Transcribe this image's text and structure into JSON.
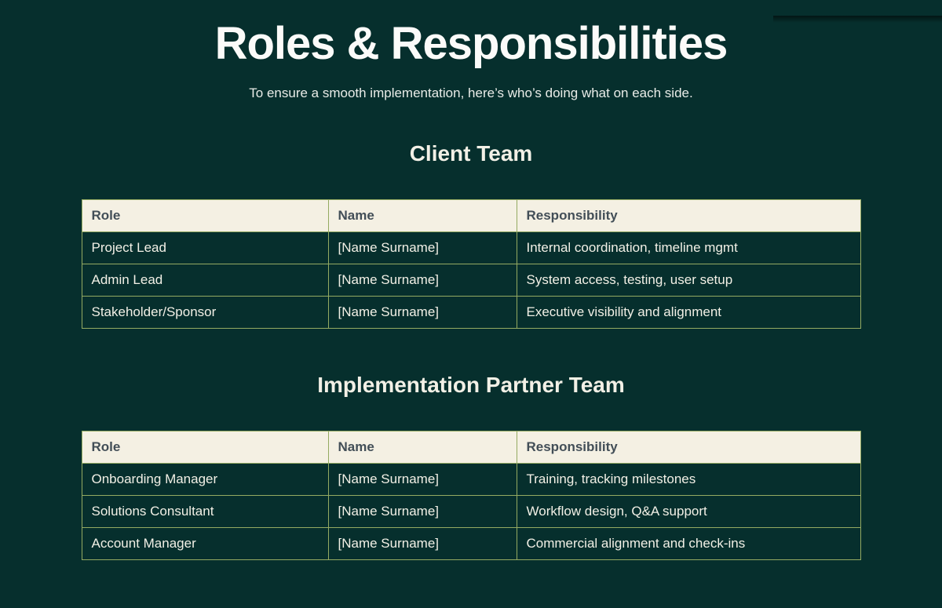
{
  "page": {
    "title": "Roles & Responsibilities",
    "subtitle": "To ensure a smooth implementation, here’s who’s doing what on each side."
  },
  "colors": {
    "background": "#062f2d",
    "header_bg": "#f4f0e3",
    "header_text": "#424e57",
    "body_text": "#f2f0e6",
    "border": "#94aa62",
    "title_text": "#fbfbf9",
    "subtitle_text": "#e9ece8"
  },
  "sections": [
    {
      "heading": "Client Team",
      "table": {
        "columns": [
          "Role",
          "Name",
          "Responsibility"
        ],
        "rows": [
          [
            "Project Lead",
            "[Name Surname]",
            "Internal coordination, timeline mgmt"
          ],
          [
            "Admin Lead",
            "[Name Surname]",
            "System access, testing, user setup"
          ],
          [
            "Stakeholder/Sponsor",
            "[Name Surname]",
            "Executive visibility and alignment"
          ]
        ]
      }
    },
    {
      "heading": "Implementation Partner Team",
      "table": {
        "columns": [
          "Role",
          "Name",
          "Responsibility"
        ],
        "rows": [
          [
            "Onboarding Manager",
            "[Name Surname]",
            "Training, tracking milestones"
          ],
          [
            "Solutions Consultant",
            "[Name Surname]",
            "Workflow design, Q&A support"
          ],
          [
            "Account Manager",
            "[Name Surname]",
            "Commercial alignment and check-ins"
          ]
        ]
      }
    }
  ]
}
